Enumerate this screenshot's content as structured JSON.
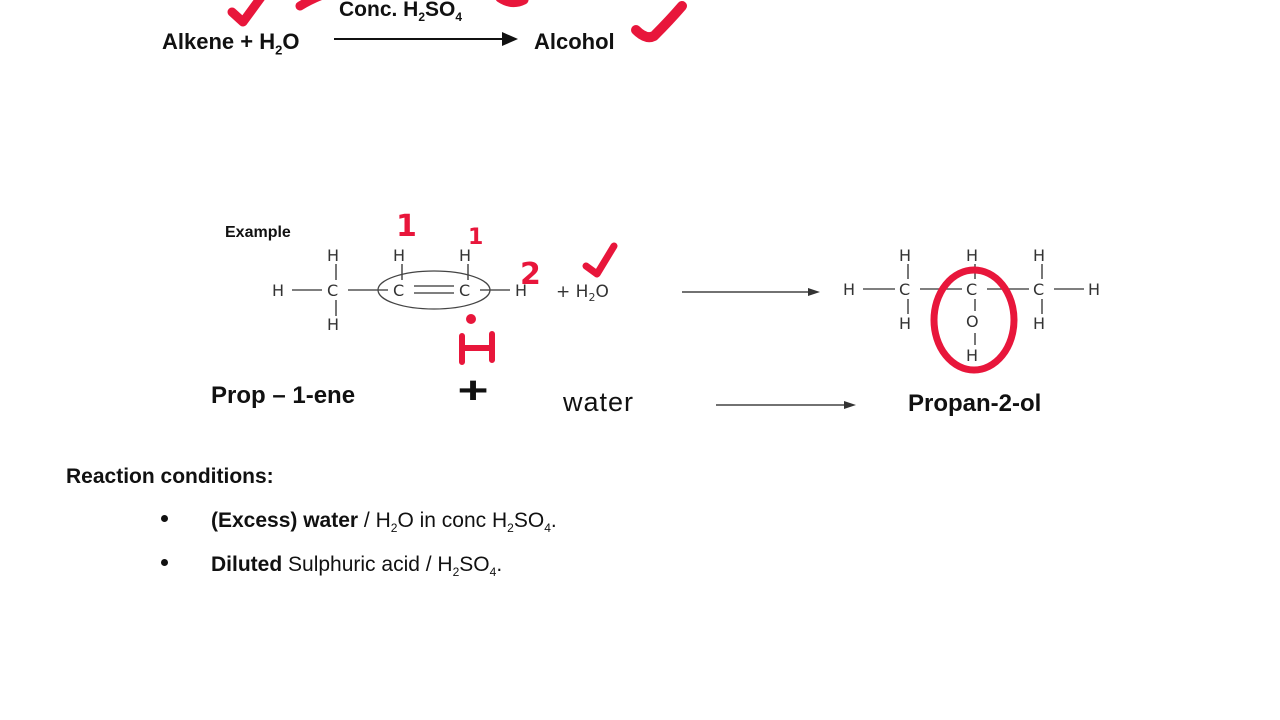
{
  "general_equation": {
    "reactants": "Alkene + H",
    "reactants_sub": "2",
    "reactants_tail": "O",
    "catalyst": "Conc. H",
    "catalyst_sub": "2",
    "catalyst_mid": "SO",
    "catalyst_sub2": "4",
    "product": "Alcohol"
  },
  "example": {
    "label": "Example",
    "atoms": {
      "h": "H",
      "c": "C",
      "o": "O"
    },
    "reagent": "+ H",
    "reagent_sub": "2",
    "reagent_tail": "O",
    "reactant_name": "Prop – 1-ene",
    "plus_symbol": "+",
    "water_label": "water",
    "product_name": "Propan-2-ol"
  },
  "annotations": {
    "numbers": [
      "1",
      "2"
    ],
    "handwritten_h": "H"
  },
  "conditions": {
    "heading": "Reaction conditions:",
    "items": [
      {
        "bold": "(Excess) water",
        "text": " / H",
        "sub": "2",
        "text2": "O in conc H",
        "sub2": "2",
        "text3": "SO",
        "sub3": "4",
        "text4": "."
      },
      {
        "bold": "Diluted",
        "text": " Sulphuric acid / H",
        "sub": "2",
        "text2": "SO",
        "sub2": "4",
        "text3": "."
      }
    ]
  },
  "colors": {
    "annotation_ink": "#e8163b"
  }
}
